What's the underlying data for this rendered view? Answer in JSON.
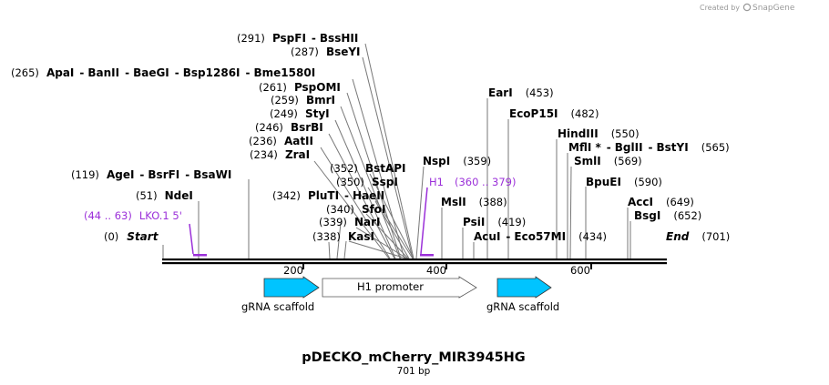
{
  "header": {
    "created_by": "Created by",
    "brand": "SnapGene"
  },
  "map": {
    "name": "pDECKO_mCherry_MIR3945HG",
    "length_label": "701 bp",
    "total_bp": 701,
    "start_label": "Start",
    "start_pos": "(0)",
    "end_label": "End",
    "end_pos": "(701)",
    "ticks": [
      {
        "bp": 200,
        "label": "200"
      },
      {
        "bp": 400,
        "label": "400"
      },
      {
        "bp": 600,
        "label": "600"
      }
    ],
    "primer_color": "#9b30d9",
    "feature_color": "#00c4ff",
    "left_labels": [
      {
        "id": "pspfi",
        "pos": "(291)",
        "names": [
          "PspFI",
          "BssHII"
        ]
      },
      {
        "id": "bseyi",
        "pos": "(287)",
        "names": [
          "BseYI"
        ]
      },
      {
        "id": "apai",
        "pos": "(265)",
        "names": [
          "ApaI",
          "BanII",
          "BaeGI",
          "Bsp1286I",
          "Bme1580I"
        ]
      },
      {
        "id": "psppomi",
        "pos": "(261)",
        "names": [
          "PspOMI"
        ]
      },
      {
        "id": "bmri",
        "pos": "(259)",
        "names": [
          "BmrI"
        ]
      },
      {
        "id": "styi",
        "pos": "(249)",
        "names": [
          "StyI"
        ]
      },
      {
        "id": "bsrbi",
        "pos": "(246)",
        "names": [
          "BsrBI"
        ]
      },
      {
        "id": "aatii",
        "pos": "(236)",
        "names": [
          "AatII"
        ]
      },
      {
        "id": "zrai",
        "pos": "(234)",
        "names": [
          "ZraI"
        ]
      },
      {
        "id": "bstapi",
        "pos": "(352)",
        "names": [
          "BstAPI"
        ]
      },
      {
        "id": "agei",
        "pos": "(119)",
        "names": [
          "AgeI",
          "BsrFI",
          "BsaWI"
        ]
      },
      {
        "id": "sspi",
        "pos": "(350)",
        "names": [
          "SspI"
        ]
      },
      {
        "id": "ndei",
        "pos": "(51)",
        "names": [
          "NdeI"
        ]
      },
      {
        "id": "plutI",
        "pos": "(342)",
        "names": [
          "PluTI",
          "HaeII"
        ]
      },
      {
        "id": "sfoi",
        "pos": "(340)",
        "names": [
          "SfoI"
        ]
      },
      {
        "id": "nari",
        "pos": "(339)",
        "names": [
          "NarI"
        ]
      },
      {
        "id": "kasi",
        "pos": "(338)",
        "names": [
          "KasI"
        ]
      }
    ],
    "right_labels": [
      {
        "id": "eari",
        "pos": "(453)",
        "names": [
          "EarI"
        ]
      },
      {
        "id": "ecop15i",
        "pos": "(482)",
        "names": [
          "EcoP15I"
        ]
      },
      {
        "id": "hindiii",
        "pos": "(550)",
        "names": [
          "HindIII"
        ]
      },
      {
        "id": "mfli",
        "pos": "(565)",
        "names": [
          "MflI *",
          "BglII",
          "BstYI"
        ]
      },
      {
        "id": "smli",
        "pos": "(569)",
        "names": [
          "SmlI"
        ]
      },
      {
        "id": "nspi",
        "pos": "(359)",
        "names": [
          "NspI"
        ]
      },
      {
        "id": "bpuei",
        "pos": "(590)",
        "names": [
          "BpuEI"
        ]
      },
      {
        "id": "msli",
        "pos": "(388)",
        "names": [
          "MslI"
        ]
      },
      {
        "id": "acci",
        "pos": "(649)",
        "names": [
          "AccI"
        ]
      },
      {
        "id": "bsgi",
        "pos": "(652)",
        "names": [
          "BsgI"
        ]
      },
      {
        "id": "psii",
        "pos": "(419)",
        "names": [
          "PsiI"
        ]
      },
      {
        "id": "acui",
        "pos": "(434)",
        "names": [
          "AcuI",
          "Eco57MI"
        ]
      }
    ],
    "primers": [
      {
        "id": "lko",
        "name": "LKO.1 5'",
        "range": "(44 .. 63)"
      },
      {
        "id": "h1",
        "name": "H1",
        "range": "(360 .. 379)"
      }
    ],
    "features": [
      {
        "id": "grna1",
        "name": "gRNA scaffold"
      },
      {
        "id": "h1promoter",
        "name": "H1 promoter"
      },
      {
        "id": "grna2",
        "name": "gRNA scaffold"
      }
    ]
  }
}
